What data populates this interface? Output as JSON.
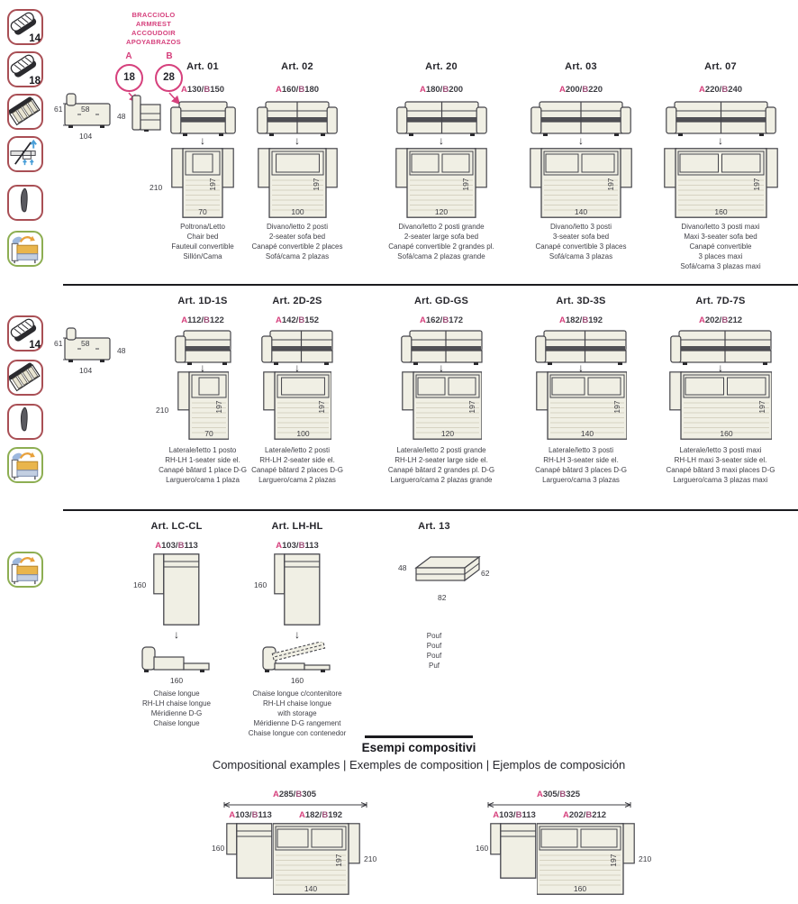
{
  "accents": {
    "pink": "#d6417d",
    "mauve": "#9c4f78",
    "icon_red": "#a94f55",
    "icon_green": "#8dae52",
    "blue_arrow": "#4a9fd8",
    "beige": "#f0efe4",
    "outline": "#45454b"
  },
  "armrest": {
    "lines": [
      "BRACCIOLO",
      "ARMREST",
      "ACCOUDOIR",
      "APOYABRAZOS"
    ],
    "a_letter": "A",
    "b_letter": "B",
    "a_value": "18",
    "b_value": "28"
  },
  "legend": {
    "height": "61",
    "seat": "58",
    "arm": "48",
    "depth": "104"
  },
  "icons": {
    "row1": [
      {
        "name": "mattress-section-14-icon",
        "kind": "mattress",
        "number": "14"
      },
      {
        "name": "mattress-section-18-icon",
        "kind": "mattress",
        "number": "18"
      },
      {
        "name": "mattress-slats-icon",
        "kind": "slats",
        "number": ""
      },
      {
        "name": "lift-mechanism-icon",
        "kind": "mech",
        "number": ""
      },
      {
        "name": "sofa-leg-icon",
        "kind": "leg",
        "number": ""
      },
      {
        "name": "sofa-bed-colored-icon",
        "kind": "sofacolor",
        "number": ""
      }
    ],
    "row2": [
      {
        "name": "mattress-section-14-icon",
        "kind": "mattress",
        "number": "14"
      },
      {
        "name": "mattress-slats-icon",
        "kind": "slats",
        "number": ""
      },
      {
        "name": "sofa-leg-icon",
        "kind": "leg",
        "number": ""
      },
      {
        "name": "sofa-bed-colored-icon",
        "kind": "sofacolor",
        "number": ""
      }
    ],
    "row3": [
      {
        "name": "sofa-bed-colored-icon",
        "kind": "sofacolor",
        "number": ""
      }
    ]
  },
  "products": [
    {
      "id": "art-01",
      "title": "Art. 01",
      "dim_a": "A",
      "dim_a_num": "130/",
      "dim_b": "B",
      "dim_b_num": "150",
      "type": "sofa-bed",
      "row": 1,
      "col": 0,
      "sofa_cm": 130,
      "seats": 1,
      "arms": "both",
      "bed_cm": 70,
      "pillows": "1",
      "bed_wings": "both",
      "bed_length": "197",
      "bed_width": "70",
      "bed_depth": "210",
      "captions": [
        "Poltrona/Letto",
        "Chair bed",
        "Fauteuil convertible",
        "Sillón/Cama"
      ]
    },
    {
      "id": "art-02",
      "title": "Art. 02",
      "dim_a": "A",
      "dim_a_num": "160/",
      "dim_b": "B",
      "dim_b_num": "180",
      "type": "sofa-bed",
      "row": 1,
      "col": 1,
      "sofa_cm": 160,
      "seats": 2,
      "arms": "both",
      "bed_cm": 100,
      "pillows": "wide",
      "bed_wings": "both",
      "bed_length": "197",
      "bed_width": "100",
      "captions": [
        "Divano/letto 2 posti",
        "2-seater sofa bed",
        "Canapé convertible 2 places",
        "Sofá/cama 2 plazas"
      ]
    },
    {
      "id": "art-20",
      "title": "Art. 20",
      "dim_a": "A",
      "dim_a_num": "180/",
      "dim_b": "B",
      "dim_b_num": "200",
      "type": "sofa-bed",
      "row": 1,
      "col": 2,
      "sofa_cm": 180,
      "seats": 2,
      "arms": "both",
      "bed_cm": 120,
      "pillows": "2",
      "bed_wings": "both",
      "bed_length": "197",
      "bed_width": "120",
      "captions": [
        "Divano/letto 2 posti grande",
        "2-seater large sofa bed",
        "Canapé convertible 2 grandes pl.",
        "Sofá/cama 2 plazas grande"
      ]
    },
    {
      "id": "art-03",
      "title": "Art. 03",
      "dim_a": "A",
      "dim_a_num": "200/",
      "dim_b": "B",
      "dim_b_num": "220",
      "type": "sofa-bed",
      "row": 1,
      "col": 3,
      "sofa_cm": 200,
      "seats": 2,
      "arms": "both",
      "bed_cm": 140,
      "pillows": "2",
      "bed_wings": "both",
      "bed_length": "197",
      "bed_width": "140",
      "captions": [
        "Divano/letto 3 posti",
        "3-seater sofa bed",
        "Canapé convertible 3 places",
        "Sofá/cama 3 plazas"
      ]
    },
    {
      "id": "art-07",
      "title": "Art. 07",
      "dim_a": "A",
      "dim_a_num": "220/",
      "dim_b": "B",
      "dim_b_num": "240",
      "type": "sofa-bed",
      "row": 1,
      "col": 4,
      "sofa_cm": 220,
      "seats": 2,
      "arms": "both",
      "bed_cm": 160,
      "pillows": "2",
      "bed_wings": "both",
      "bed_length": "197",
      "bed_width": "160",
      "captions": [
        "Divano/letto 3 posti maxi",
        "Maxi 3-seater sofa bed",
        "Canapé convertible",
        "3 places maxi",
        "Sofá/cama 3 plazas maxi"
      ]
    },
    {
      "id": "art-1d-1s",
      "title": "Art. 1D-1S",
      "dim_a": "A",
      "dim_a_num": "112/",
      "dim_b": "B",
      "dim_b_num": "122",
      "type": "sofa-bed",
      "row": 2,
      "col": 0,
      "sofa_cm": 112,
      "seats": 1,
      "arms": "left",
      "bed_cm": 70,
      "pillows": "1",
      "bed_wings": "left",
      "bed_length": "197",
      "bed_width": "70",
      "bed_depth": "210",
      "captions": [
        "Laterale/letto 1 posto",
        "RH-LH 1-seater side el.",
        "Canapé bâtard 1 place D-G",
        "Larguero/cama 1 plaza"
      ]
    },
    {
      "id": "art-2d-2s",
      "title": "Art. 2D-2S",
      "dim_a": "A",
      "dim_a_num": "142/",
      "dim_b": "B",
      "dim_b_num": "152",
      "type": "sofa-bed",
      "row": 2,
      "col": 1,
      "sofa_cm": 142,
      "seats": 2,
      "arms": "left",
      "bed_cm": 100,
      "pillows": "wide",
      "bed_wings": "left",
      "bed_length": "197",
      "bed_width": "100",
      "captions": [
        "Laterale/letto 2 posti",
        "RH-LH 2-seater side el.",
        "Canapé bâtard 2 places D-G",
        "Larguero/cama 2 plazas"
      ]
    },
    {
      "id": "art-gd-gs",
      "title": "Art. GD-GS",
      "dim_a": "A",
      "dim_a_num": "162/",
      "dim_b": "B",
      "dim_b_num": "172",
      "type": "sofa-bed",
      "row": 2,
      "col": 2,
      "sofa_cm": 162,
      "seats": 2,
      "arms": "left",
      "bed_cm": 120,
      "pillows": "2",
      "bed_wings": "left",
      "bed_length": "197",
      "bed_width": "120",
      "captions": [
        "Laterale/letto 2 posti grande",
        "RH-LH 2-seater large side el.",
        "Canapé bâtard 2 grandes pl. D-G",
        "Larguero/cama 2 plazas grande"
      ]
    },
    {
      "id": "art-3d-3s",
      "title": "Art. 3D-3S",
      "dim_a": "A",
      "dim_a_num": "182/",
      "dim_b": "B",
      "dim_b_num": "192",
      "type": "sofa-bed",
      "row": 2,
      "col": 3,
      "sofa_cm": 182,
      "seats": 2,
      "arms": "left",
      "bed_cm": 140,
      "pillows": "2",
      "bed_wings": "left",
      "bed_length": "197",
      "bed_width": "140",
      "captions": [
        "Laterale/letto 3 posti",
        "RH-LH 3-seater side el.",
        "Canapé bâtard 3 places D-G",
        "Larguero/cama 3 plazas"
      ]
    },
    {
      "id": "art-7d-7s",
      "title": "Art. 7D-7S",
      "dim_a": "A",
      "dim_a_num": "202/",
      "dim_b": "B",
      "dim_b_num": "212",
      "type": "sofa-bed",
      "row": 2,
      "col": 4,
      "sofa_cm": 202,
      "seats": 2,
      "arms": "left",
      "bed_cm": 160,
      "pillows": "2",
      "bed_wings": "left",
      "bed_length": "197",
      "bed_width": "160",
      "captions": [
        "Laterale/letto 3 posti maxi",
        "RH-LH maxi 3-seater side el.",
        "Canapé bâtard 3 maxi places D-G",
        "Larguero/cama 3 plazas maxi"
      ]
    },
    {
      "id": "art-lc-cl",
      "title": "Art. LC-CL",
      "dim_a": "A",
      "dim_a_num": "103/",
      "dim_b": "B",
      "dim_b_num": "113",
      "type": "chaise",
      "row": 3,
      "col": 0,
      "storage": false,
      "side_height": "160",
      "side_width": "160",
      "captions": [
        "Chaise longue",
        "RH-LH chaise longue",
        "Méridienne D-G",
        "Chaise longue"
      ]
    },
    {
      "id": "art-lh-hl",
      "title": "Art. LH-HL",
      "dim_a": "A",
      "dim_a_num": "103/",
      "dim_b": "B",
      "dim_b_num": "113",
      "type": "chaise",
      "row": 3,
      "col": 1,
      "storage": true,
      "side_height": "160",
      "side_width": "160",
      "captions": [
        "Chaise longue c/contenitore",
        "RH-LH chaise longue",
        "with storage",
        "Méridienne D-G rangement",
        "Chaise longue con contenedor"
      ]
    },
    {
      "id": "art-13",
      "title": "Art. 13",
      "type": "pouf",
      "row": 3,
      "col": 2,
      "pouf_height": "48",
      "pouf_width": "82",
      "pouf_depth": "62",
      "captions": [
        "Pouf",
        "Pouf",
        "Pouf",
        "Puf"
      ]
    }
  ],
  "compositions": [
    {
      "total_a": "A",
      "total_a_num": "285/",
      "total_b": "B",
      "total_b_num": "305",
      "left_a": "A",
      "left_a_num": "103/",
      "left_b": "B",
      "left_b_num": "113",
      "right_a": "A",
      "right_a_num": "182/",
      "right_b": "B",
      "right_b_num": "192",
      "left_height": "160",
      "right_depth": "210",
      "bed_length": "197",
      "bed_width": "140",
      "bed_cm": 140
    },
    {
      "total_a": "A",
      "total_a_num": "305/",
      "total_b": "B",
      "total_b_num": "325",
      "left_a": "A",
      "left_a_num": "103/",
      "left_b": "B",
      "left_b_num": "113",
      "right_a": "A",
      "right_a_num": "202/",
      "right_b": "B",
      "right_b_num": "212",
      "left_height": "160",
      "right_depth": "210",
      "bed_length": "197",
      "bed_width": "160",
      "bed_cm": 160
    }
  ],
  "section": {
    "title": "Esempi compositivi",
    "subtitle": "Compositional examples | Exemples de composition | Ejemplos de composición"
  }
}
